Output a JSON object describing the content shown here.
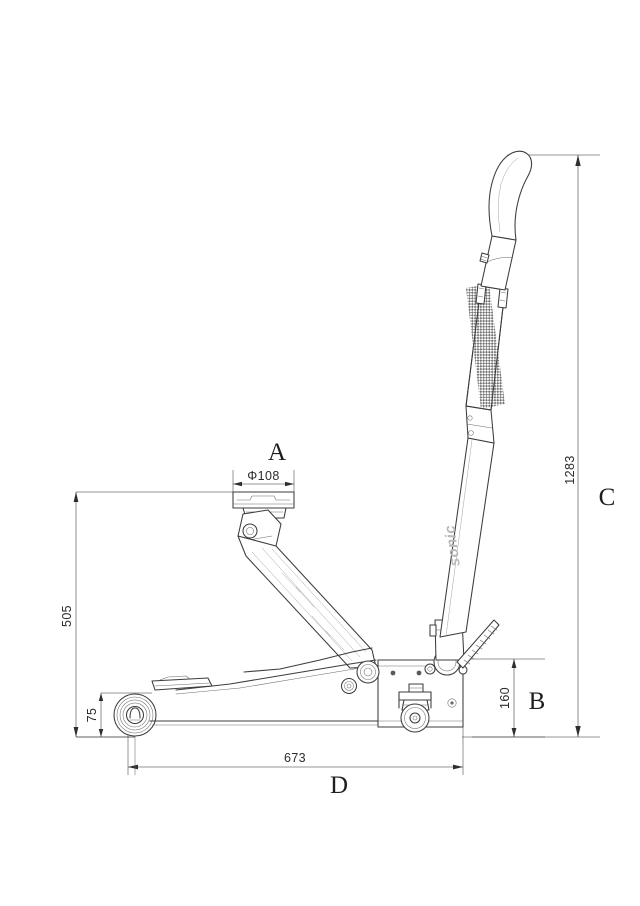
{
  "drawing": {
    "type": "technical-dimension-drawing",
    "subject": "low-profile hydraulic trolley floor jack, side elevation",
    "background_color": "#ffffff",
    "line_color": "#3c3c3c",
    "brand_text": "sonic"
  },
  "dimensions": {
    "saddle_diameter": {
      "label": "A",
      "value": "Φ108",
      "description": "saddle pad diameter"
    },
    "min_height": {
      "label": "B",
      "value": "160",
      "description": "chassis height at rear"
    },
    "max_height": {
      "label": "C",
      "value": "1283",
      "description": "overall height to handle top"
    },
    "length": {
      "label": "D",
      "value": "673",
      "description": "overall chassis length"
    },
    "lift_height": {
      "value": "505",
      "description": "maximum saddle lift height"
    },
    "min_pickup": {
      "value": "75",
      "description": "minimum saddle pickup height"
    }
  },
  "callouts": [
    {
      "id": "A",
      "letter": "A",
      "value": "Φ108"
    },
    {
      "id": "B",
      "letter": "B",
      "value": "160"
    },
    {
      "id": "C",
      "letter": "C",
      "value": "1283"
    },
    {
      "id": "D",
      "letter": "D",
      "value": "673"
    },
    {
      "id": "H",
      "letter": "",
      "value": "505"
    },
    {
      "id": "h",
      "letter": "",
      "value": "75"
    }
  ]
}
